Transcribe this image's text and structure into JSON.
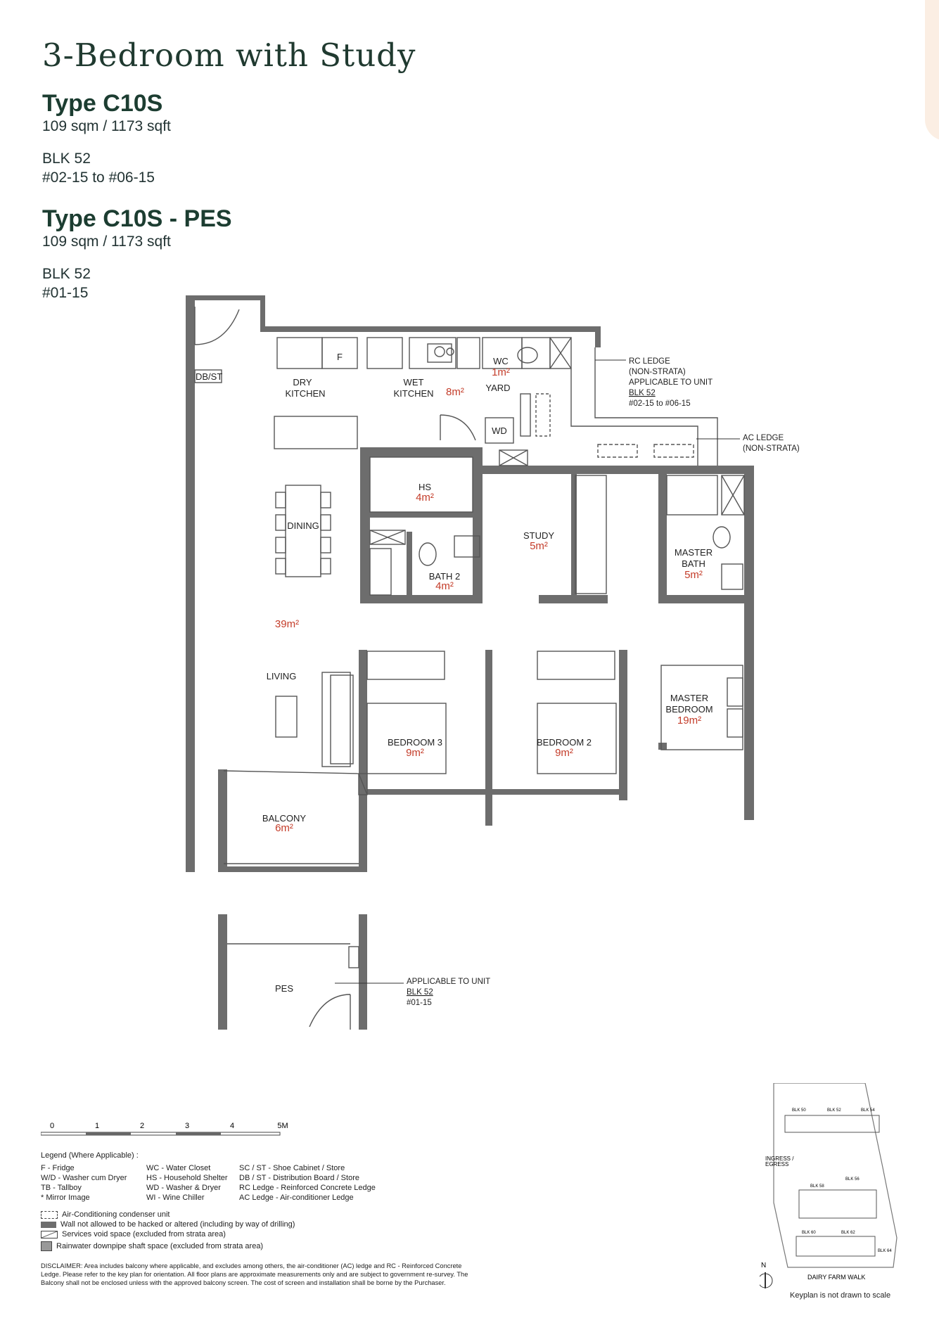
{
  "page": {
    "title": "3-Bedroom with Study",
    "units": [
      {
        "type": "Type C10S",
        "size": "109 sqm / 1173 sqft",
        "blk": "BLK 52",
        "range": "#02-15 to #06-15"
      },
      {
        "type": "Type C10S - PES",
        "size": "109 sqm / 1173 sqft",
        "blk": "BLK 52",
        "range": "#01-15"
      }
    ]
  },
  "plan": {
    "db_st": "DB/ST",
    "dry_kitchen": [
      "DRY",
      "KITCHEN"
    ],
    "wet_kitchen": [
      "WET",
      "KITCHEN"
    ],
    "kitchen_area": "8m²",
    "fridge": "F",
    "wc": "WC",
    "wc_area": "1m²",
    "yard": "YARD",
    "wd": "WD",
    "hs": "HS",
    "hs_area": "4m²",
    "dining": "DINING",
    "bath2": "BATH 2",
    "bath2_area": "4m²",
    "study": "STUDY",
    "study_area": "5m²",
    "master_bath": [
      "MASTER",
      "BATH"
    ],
    "master_bath_area": "5m²",
    "living_area": "39m²",
    "living": "LIVING",
    "bedroom3": "BEDROOM 3",
    "bedroom3_area": "9m²",
    "bedroom2": "BEDROOM 2",
    "bedroom2_area": "9m²",
    "master_bedroom": [
      "MASTER",
      "BEDROOM"
    ],
    "master_bedroom_area": "19m²",
    "balcony": "BALCONY",
    "balcony_area": "6m²",
    "pes": "PES",
    "rc_ledge": [
      "RC LEDGE",
      "(NON-STRATA)",
      "APPLICABLE TO UNIT",
      "BLK 52",
      "#02-15 to #06-15"
    ],
    "ac_ledge": [
      "AC LEDGE",
      "(NON-STRATA)"
    ],
    "pes_note": [
      "APPLICABLE TO UNIT",
      "BLK 52",
      "#01-15"
    ]
  },
  "scale_bar": {
    "ticks": [
      "0",
      "1",
      "2",
      "3",
      "4",
      "5M"
    ]
  },
  "legend": {
    "title": "Legend (Where Applicable) :",
    "col1": [
      "F - Fridge",
      "W/D - Washer cum Dryer",
      "TB - Tallboy",
      "* Mirror Image"
    ],
    "col2": [
      "WC - Water Closet",
      "HS - Household Shelter",
      "WD - Washer & Dryer",
      "WI - Wine Chiller"
    ],
    "col3": [
      "SC / ST - Shoe Cabinet / Store",
      "DB / ST - Distribution Board / Store",
      "RC Ledge - Reinforced Concrete Ledge",
      "AC Ledge - Air-conditioner Ledge"
    ],
    "symbols": [
      "Air-Conditioning condenser unit",
      "Wall not allowed to be hacked or altered (including by way of drilling)",
      "Services void space (excluded from strata area)",
      "Rainwater downpipe shaft space (excluded from strata area)"
    ]
  },
  "disclaimer": "DISCLAIMER: Area includes balcony where applicable, and excludes among others, the air-conditioner (AC) ledge and RC - Reinforced Concrete Ledge. Please refer to the key plan for orientation. All floor plans are approximate measurements only and are subject to government re-survey. The Balcony shall not be enclosed unless with the approved balcony screen. The cost of screen and installation shall be borne by the Purchaser.",
  "keyplan": {
    "blocks": [
      "BLK 50",
      "BLK 52",
      "BLK 54",
      "BLK 56",
      "BLK 58",
      "BLK 60",
      "BLK 62",
      "BLK 64"
    ],
    "ingress": [
      "INGRESS /",
      "EGRESS"
    ],
    "road": "DAIRY FARM WALK",
    "north": "N",
    "note": "Keyplan is not drawn to scale"
  }
}
